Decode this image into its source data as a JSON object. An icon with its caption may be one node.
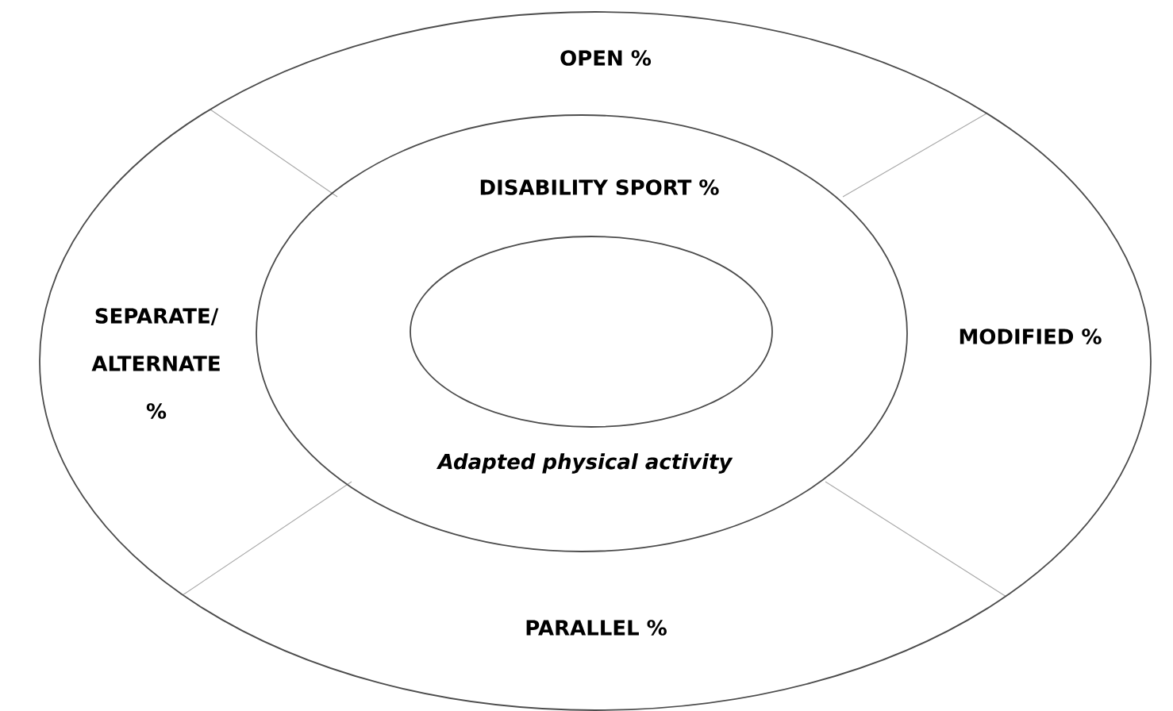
{
  "diagram": {
    "nodes": [
      {
        "text": [
          "OPEN %",
          "SEPARATE/ ALTERNATE %",
          "MODIFIED %",
          "PARALLEL %"
        ]
      },
      {
        "text": [
          "DISABILITY SPORT %",
          "Adapted physical activity"
        ],
        "in": 0
      },
      {
        "text": [],
        "shape": "ellipse",
        "in": 1
      }
    ]
  }
}
